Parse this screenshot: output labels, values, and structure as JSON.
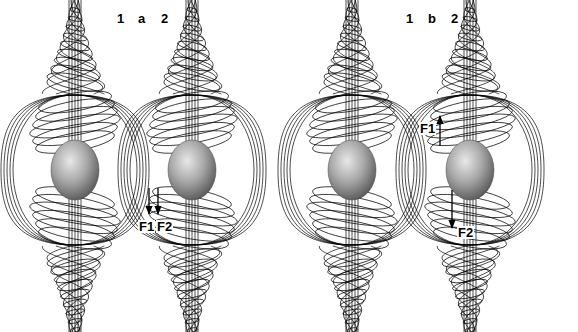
{
  "diagram": {
    "labels": [
      "1",
      "a",
      "2",
      "F1",
      "F2",
      "1",
      "b",
      "2",
      "F1",
      "F2"
    ]
  }
}
